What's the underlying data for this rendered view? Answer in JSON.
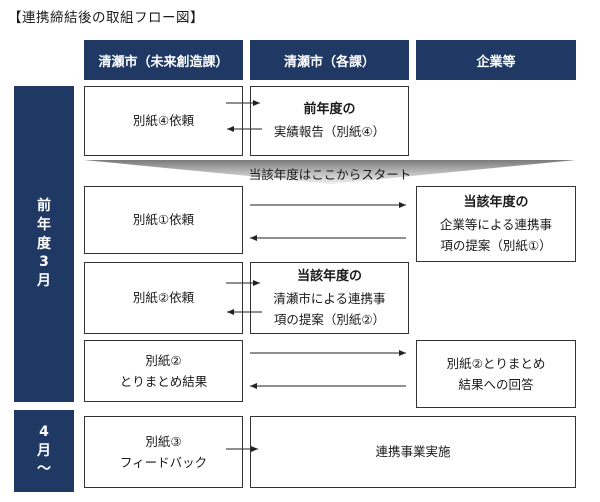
{
  "title": "【連携締結後の取組フロー図】",
  "columns": [
    "清瀬市（未来創造課）",
    "清瀬市（各課）",
    "企業等"
  ],
  "phases": {
    "prev_march": [
      "前",
      "年",
      "度",
      "3",
      "月"
    ],
    "april": [
      "4",
      "月",
      "～"
    ]
  },
  "start_band": "当該年度はここからスタート",
  "boxes": {
    "req4": [
      "別紙④依頼"
    ],
    "report4_title": "前年度の",
    "report4_lines": [
      "実績報告（別紙④）"
    ],
    "req1": [
      "別紙①依頼"
    ],
    "proposal1_title": "当該年度の",
    "proposal1_lines": [
      "企業等による連携事",
      "項の提案（別紙①）"
    ],
    "req2": [
      "別紙②依頼"
    ],
    "proposal2_title": "当該年度の",
    "proposal2_lines": [
      "清瀬市による連携事",
      "項の提案（別紙②）"
    ],
    "summary2": [
      "別紙②",
      "とりまとめ結果"
    ],
    "answer2": [
      "別紙②とりまとめ",
      "結果への回答"
    ],
    "feedback3": [
      "別紙③",
      "フィードバック"
    ],
    "implement": [
      "連携事業実施"
    ]
  }
}
